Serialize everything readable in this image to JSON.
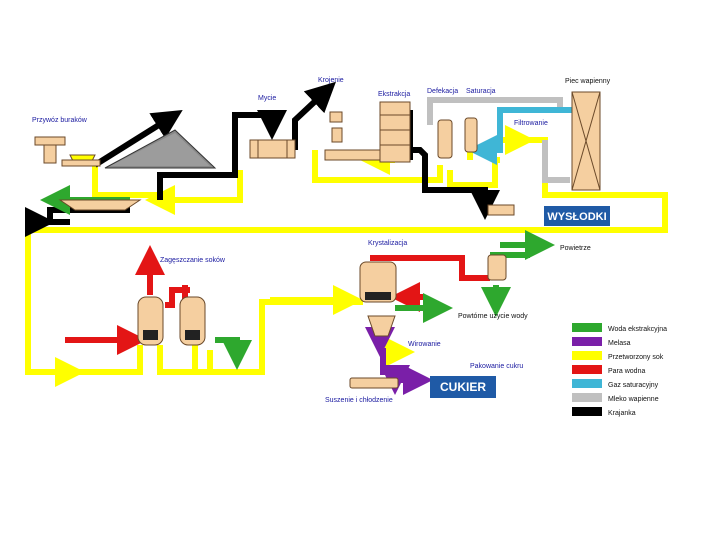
{
  "labels": {
    "przywoz": "Przywóz buraków",
    "mycie": "Mycie",
    "krojenie": "Krojenie",
    "ekstrakcja": "Ekstrakcja",
    "defekacja": "Defekacja",
    "saturacja": "Saturacja",
    "piec": "Piec wapienny",
    "filtrowanie": "Filtrowanie",
    "zageszczanie": "Zagęszczanie soków",
    "krystalizacja": "Krystalizacja",
    "powietrze": "Powietrze",
    "powtorne": "Powtórne użycie wody",
    "wirowanie": "Wirowanie",
    "pakowanie": "Pakowanie cukru",
    "suszenie": "Suszenie i chłodzenie"
  },
  "boxes": {
    "wyslodki": "WYSŁODKI",
    "cukier": "CUKIER"
  },
  "colors": {
    "water": "#2ea82e",
    "molasses": "#7a1fa8",
    "juice": "#ffff00",
    "steam": "#e31515",
    "gas": "#3fb6d6",
    "lime_milk": "#c0c0c0",
    "pulp": "#000000",
    "box": "#1f5aa6"
  },
  "legend": [
    {
      "label": "Woda ekstrakcyjna",
      "color": "#2ea82e"
    },
    {
      "label": "Melasa",
      "color": "#7a1fa8"
    },
    {
      "label": "Przetworzony sok",
      "color": "#ffff00"
    },
    {
      "label": "Para wodna",
      "color": "#e31515"
    },
    {
      "label": "Gaz saturacyjny",
      "color": "#3fb6d6"
    },
    {
      "label": "Mleko wapienne",
      "color": "#c0c0c0"
    },
    {
      "label": "Krajanka",
      "color": "#000000"
    }
  ]
}
